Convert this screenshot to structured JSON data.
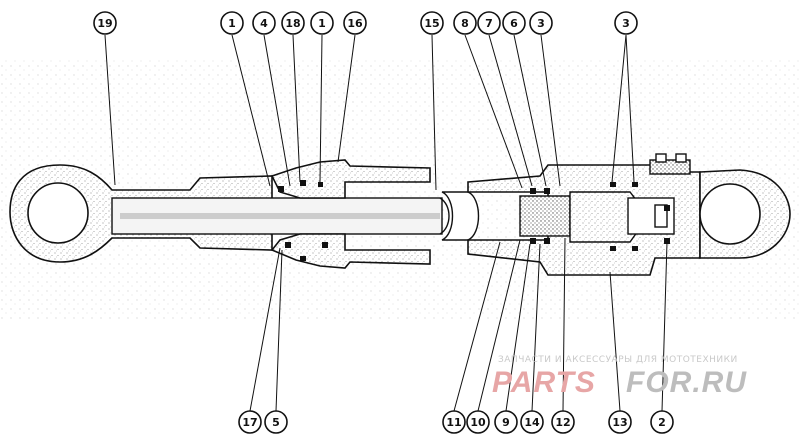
{
  "callouts_top": [
    {
      "label": "19"
    },
    {
      "label": "1"
    },
    {
      "label": "4"
    },
    {
      "label": "18"
    },
    {
      "label": "1"
    },
    {
      "label": "16"
    },
    {
      "label": "15"
    },
    {
      "label": "8"
    },
    {
      "label": "7"
    },
    {
      "label": "6"
    },
    {
      "label": "3"
    },
    {
      "label": "3"
    }
  ],
  "callouts_bottom": [
    {
      "label": "17"
    },
    {
      "label": "5"
    },
    {
      "label": "11"
    },
    {
      "label": "10"
    },
    {
      "label": "9"
    },
    {
      "label": "14"
    },
    {
      "label": "12"
    },
    {
      "label": "13"
    },
    {
      "label": "2"
    }
  ],
  "watermark": {
    "line": "ЗАПЧАСТИ И АКСЕССУАРЫ ДЛЯ МОТОТЕХНИКИ",
    "brand_left": "PARTS",
    "brand_right": "FOR.RU"
  },
  "colors": {
    "ink": "#111111",
    "stipple": "#9a9a9a",
    "watermark_red": "#e7a6a6",
    "watermark_gray": "#bdbdbd"
  }
}
